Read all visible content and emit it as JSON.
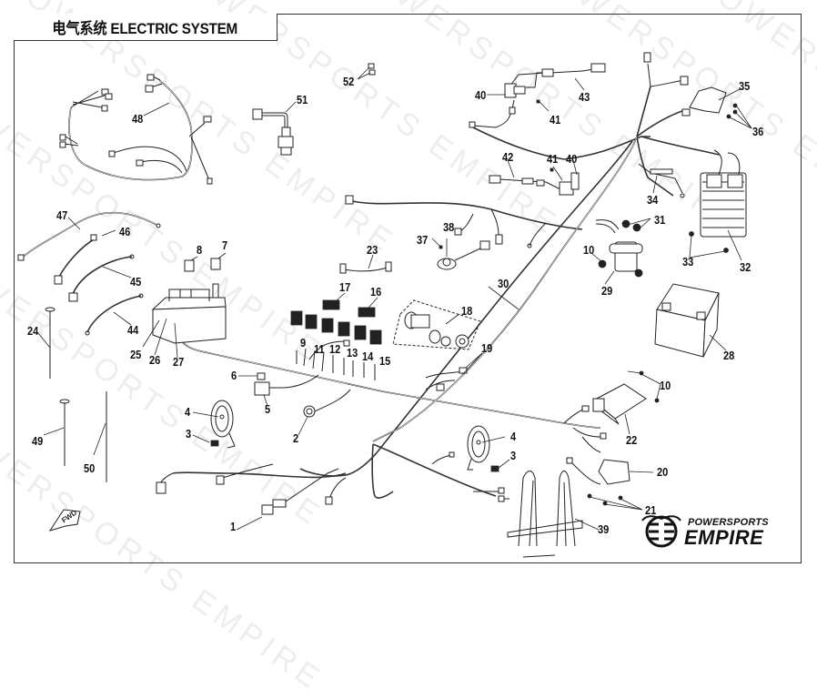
{
  "title": "电气系统 ELECTRIC SYSTEM",
  "watermark_text": "POWERSPORTS EMPIRE",
  "brand": {
    "line1": "POWERSPORTS",
    "line2": "EMPIRE",
    "logo_icon": "empire-wings-logo"
  },
  "fwd_tag": "FWD",
  "callouts": [
    {
      "id": "1",
      "label": "1"
    },
    {
      "id": "2",
      "label": "2"
    },
    {
      "id": "3a",
      "label": "3"
    },
    {
      "id": "3b",
      "label": "3"
    },
    {
      "id": "4a",
      "label": "4"
    },
    {
      "id": "4b",
      "label": "4"
    },
    {
      "id": "5",
      "label": "5"
    },
    {
      "id": "6",
      "label": "6"
    },
    {
      "id": "7",
      "label": "7"
    },
    {
      "id": "8",
      "label": "8"
    },
    {
      "id": "9",
      "label": "9"
    },
    {
      "id": "10a",
      "label": "10"
    },
    {
      "id": "10b",
      "label": "10"
    },
    {
      "id": "11",
      "label": "11"
    },
    {
      "id": "12",
      "label": "12"
    },
    {
      "id": "13",
      "label": "13"
    },
    {
      "id": "14",
      "label": "14"
    },
    {
      "id": "15",
      "label": "15"
    },
    {
      "id": "16",
      "label": "16"
    },
    {
      "id": "17",
      "label": "17"
    },
    {
      "id": "18",
      "label": "18"
    },
    {
      "id": "19",
      "label": "19"
    },
    {
      "id": "20",
      "label": "20"
    },
    {
      "id": "21",
      "label": "21"
    },
    {
      "id": "22",
      "label": "22"
    },
    {
      "id": "23",
      "label": "23"
    },
    {
      "id": "24",
      "label": "24"
    },
    {
      "id": "25",
      "label": "25"
    },
    {
      "id": "26",
      "label": "26"
    },
    {
      "id": "27",
      "label": "27"
    },
    {
      "id": "28",
      "label": "28"
    },
    {
      "id": "29",
      "label": "29"
    },
    {
      "id": "30",
      "label": "30"
    },
    {
      "id": "31",
      "label": "31"
    },
    {
      "id": "32",
      "label": "32"
    },
    {
      "id": "33",
      "label": "33"
    },
    {
      "id": "34",
      "label": "34"
    },
    {
      "id": "35",
      "label": "35"
    },
    {
      "id": "36",
      "label": "36"
    },
    {
      "id": "37",
      "label": "37"
    },
    {
      "id": "38",
      "label": "38"
    },
    {
      "id": "39",
      "label": "39"
    },
    {
      "id": "40a",
      "label": "40"
    },
    {
      "id": "40b",
      "label": "40"
    },
    {
      "id": "41a",
      "label": "41"
    },
    {
      "id": "41b",
      "label": "41"
    },
    {
      "id": "42",
      "label": "42"
    },
    {
      "id": "43",
      "label": "43"
    },
    {
      "id": "44",
      "label": "44"
    },
    {
      "id": "45",
      "label": "45"
    },
    {
      "id": "46",
      "label": "46"
    },
    {
      "id": "47",
      "label": "47"
    },
    {
      "id": "48",
      "label": "48"
    },
    {
      "id": "49",
      "label": "49"
    },
    {
      "id": "50",
      "label": "50"
    },
    {
      "id": "51",
      "label": "51"
    },
    {
      "id": "52",
      "label": "52"
    }
  ],
  "parts": [
    {
      "name": "main-wiring-harness",
      "callout": "30"
    },
    {
      "name": "auxiliary-wiring-harness",
      "callout": "48"
    },
    {
      "name": "battery",
      "callout": "28"
    },
    {
      "name": "regulator-rectifier",
      "callout": "32"
    },
    {
      "name": "starter-relay",
      "callout": "29"
    },
    {
      "name": "ecu",
      "callout": "22"
    },
    {
      "name": "fuse-box",
      "callout": "25"
    },
    {
      "name": "horn",
      "callout": "4"
    },
    {
      "name": "ignition-switch-set",
      "callout": "18"
    },
    {
      "name": "battery-bracket",
      "callout": "39"
    }
  ]
}
